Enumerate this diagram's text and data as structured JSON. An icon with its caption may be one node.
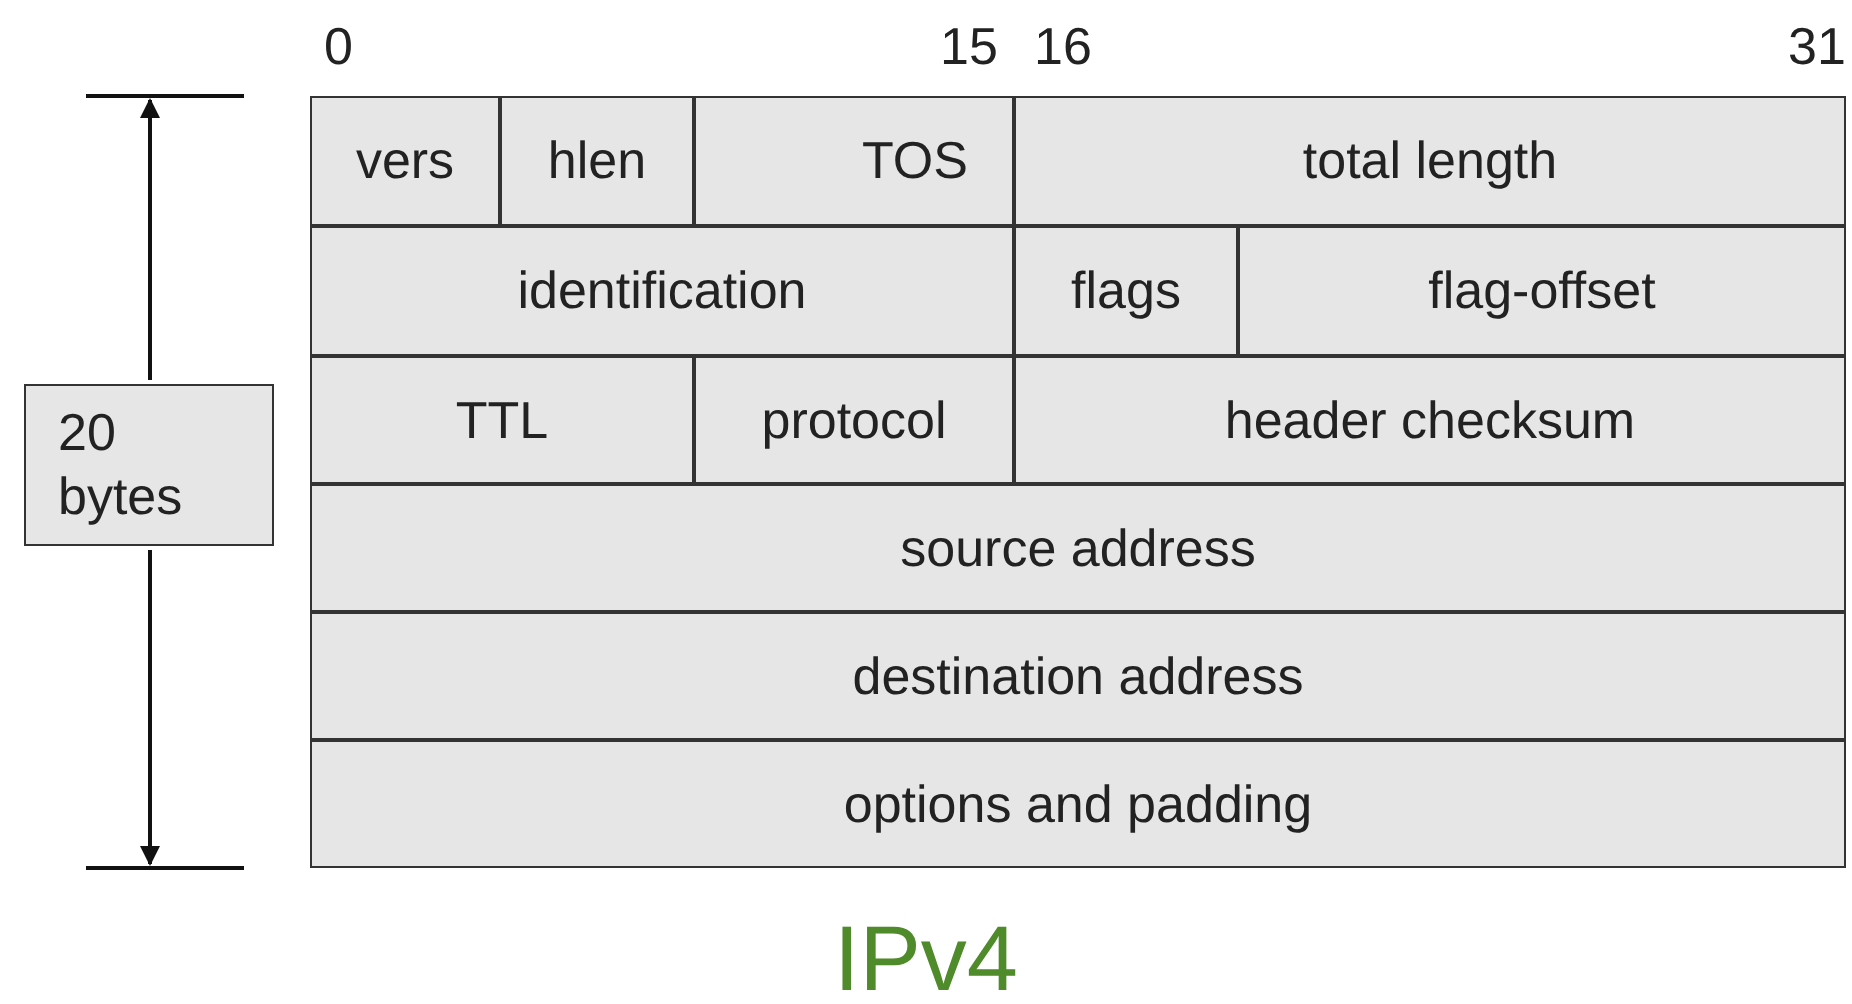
{
  "diagram": {
    "caption": "IPv4",
    "nodes": [
      {
        "text": [
          "vers"
        ]
      },
      {
        "text": [
          "hlen"
        ]
      },
      {
        "text": [
          "TOS"
        ]
      },
      {
        "text": [
          "total length"
        ]
      },
      {
        "text": [
          "identification"
        ]
      },
      {
        "text": [
          "flags"
        ]
      },
      {
        "text": [
          "flag-offset"
        ]
      },
      {
        "text": [
          "TTL"
        ]
      },
      {
        "text": [
          "protocol"
        ]
      },
      {
        "text": [
          "header checksum"
        ]
      },
      {
        "text": [
          "source address"
        ]
      },
      {
        "text": [
          "destination address"
        ]
      },
      {
        "text": [
          "options and padding"
        ]
      },
      {
        "text": [
          "20 bytes"
        ]
      }
    ],
    "edges": [],
    "labels": [
      "0",
      "15",
      "16",
      "31"
    ]
  }
}
